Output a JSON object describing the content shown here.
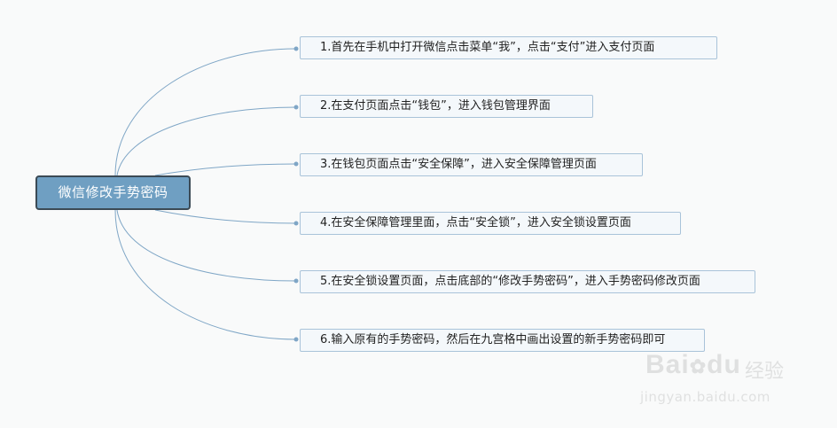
{
  "diagram": {
    "root_label": "微信修改手势密码",
    "steps": [
      "1.首先在手机中打开微信点击菜单“我”，点击“支付”进入支付页面",
      "2.在支付页面点击“钱包”，进入钱包管理界面",
      "3.在钱包页面点击“安全保障”，进入安全保障管理页面",
      "4.在安全保障管理里面，点击“安全锁”，进入安全锁设置页面",
      "5.在安全锁设置页面，点击底部的“修改手势密码”，进入手势密码修改页面",
      "6.输入原有的手势密码，然后在九宫格中画出设置的新手势密码即可"
    ]
  },
  "watermark": {
    "brand": "Bai",
    "brand_suffix": "du",
    "cn": "经验",
    "url": "jingyan.baidu.com"
  },
  "colors": {
    "root_fill": "#6f9fc2",
    "root_border": "#3b4a55",
    "node_fill": "#f4f8fb",
    "node_border": "#a9c3d9",
    "connector": "#7fa6c6"
  }
}
